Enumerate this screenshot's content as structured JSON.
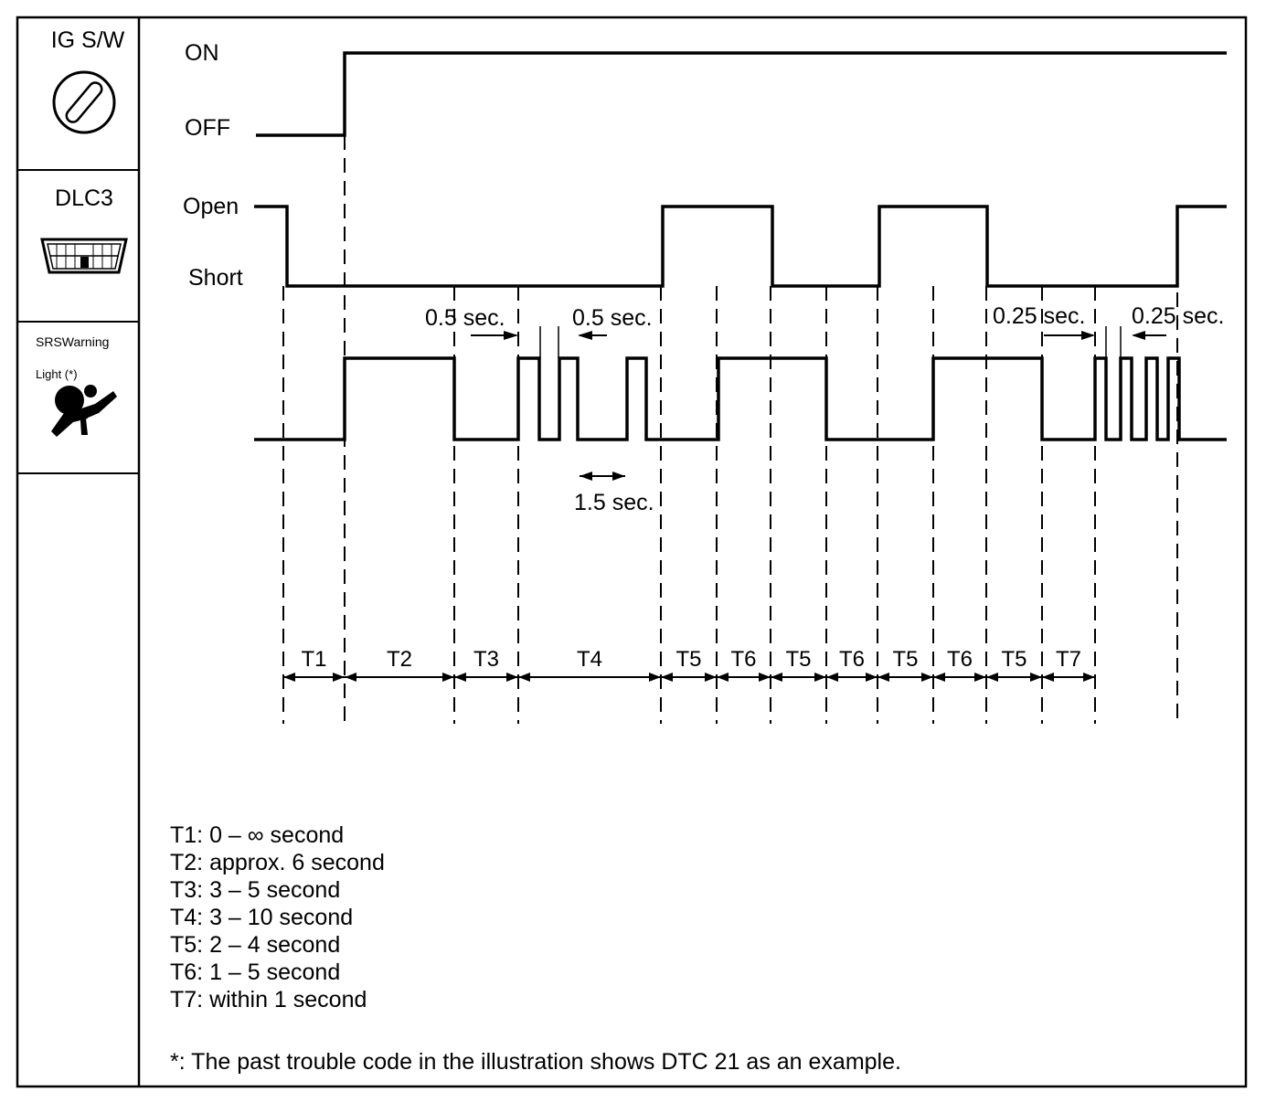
{
  "signals": {
    "ig": {
      "label": "IG S/W",
      "high": "ON",
      "low": "OFF"
    },
    "dlc": {
      "label": "DLC3",
      "high": "Open",
      "low": "Short"
    },
    "srs": {
      "label": "SRSWarning",
      "label2": "Light (*)"
    }
  },
  "timing_labels": {
    "half_left": "0.5 sec.",
    "half_right": "0.5 sec.",
    "one_half": "1.5 sec.",
    "quarter_left": "0.25 sec.",
    "quarter_right": "0.25 sec."
  },
  "intervals": [
    "T1",
    "T2",
    "T3",
    "T4",
    "T5",
    "T6",
    "T5",
    "T6",
    "T5",
    "T6",
    "T5",
    "T7"
  ],
  "legend": [
    "T1: 0 – ∞ second",
    "T2: approx. 6 second",
    "T3: 3 – 5 second",
    "T4: 3 – 10 second",
    "T5: 2 – 4 second",
    "T6: 1 – 5 second",
    "T7: within 1 second"
  ],
  "footnote": "*: The past trouble code in the illustration shows DTC 21 as an example."
}
